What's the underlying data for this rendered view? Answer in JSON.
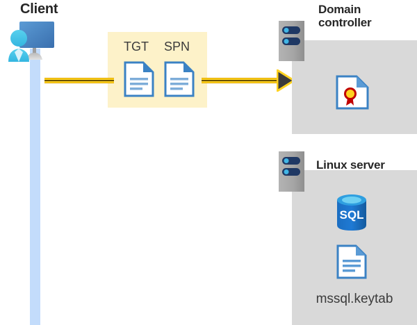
{
  "diagram": {
    "title": "Kerberos authentication flow diagram",
    "background_color": "#ffffff"
  },
  "client": {
    "label": "Client",
    "icon": "client-user-monitor-icon",
    "lifeline_color": "#c3dcfb"
  },
  "message": {
    "box_color": "#fdf2c9",
    "items": [
      {
        "label": "TGT",
        "icon": "document-icon"
      },
      {
        "label": "SPN",
        "icon": "document-icon"
      }
    ],
    "connector_color": "#ffd21f",
    "arrow_direction": "right"
  },
  "domain_controller": {
    "label": "Domain\ncontroller",
    "panel_color": "#d9d9d9",
    "server_icon": "server-rack-icon",
    "contents": [
      {
        "name": "certificate",
        "icon": "certificate-document-icon"
      }
    ]
  },
  "linux_server": {
    "label": "Linux server",
    "panel_color": "#d9d9d9",
    "server_icon": "server-rack-icon",
    "contents": [
      {
        "name": "sql-database",
        "icon": "sql-database-icon",
        "text": "SQL"
      },
      {
        "name": "keytab-file",
        "icon": "document-icon",
        "label": "mssql.keytab"
      }
    ]
  },
  "colors": {
    "accent_yellow": "#ffd21f",
    "panel_gray": "#d9d9d9",
    "lifeline_blue": "#c3dcfb",
    "doc_blue": "#3b82c4",
    "sql_blue": "#1b6ec2",
    "text_dark": "#262626"
  }
}
